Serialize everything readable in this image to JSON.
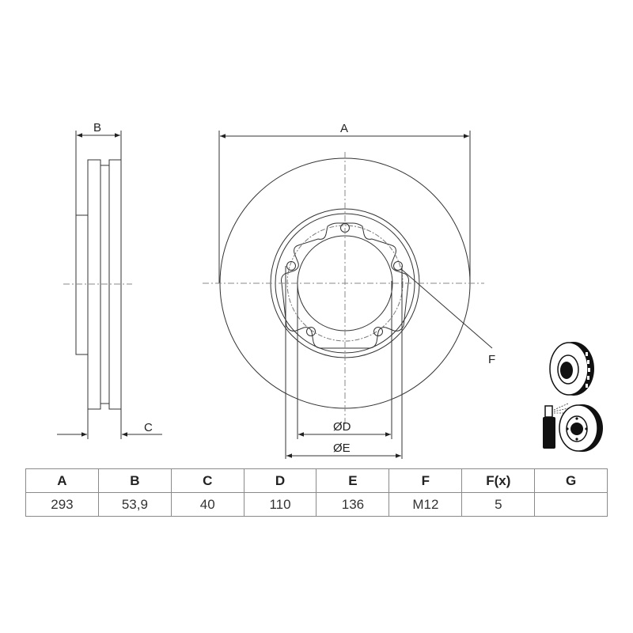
{
  "drawing": {
    "side_view": {
      "dimension_labels": {
        "width": "B",
        "thickness": "C"
      }
    },
    "front_view": {
      "dimension_labels": {
        "outer_diameter": "A",
        "hub_diameter": "ØD",
        "bolt_circle": "ØE",
        "bolt_thread": "F"
      },
      "bolt_holes": 5
    },
    "icons": [
      "vented-disc-icon",
      "spray-coated-disc-icon"
    ]
  },
  "spec_table": {
    "headers": [
      "A",
      "B",
      "C",
      "D",
      "E",
      "F",
      "F(x)",
      "G"
    ],
    "values": [
      "293",
      "53,9",
      "40",
      "110",
      "136",
      "M12",
      "5",
      ""
    ]
  }
}
